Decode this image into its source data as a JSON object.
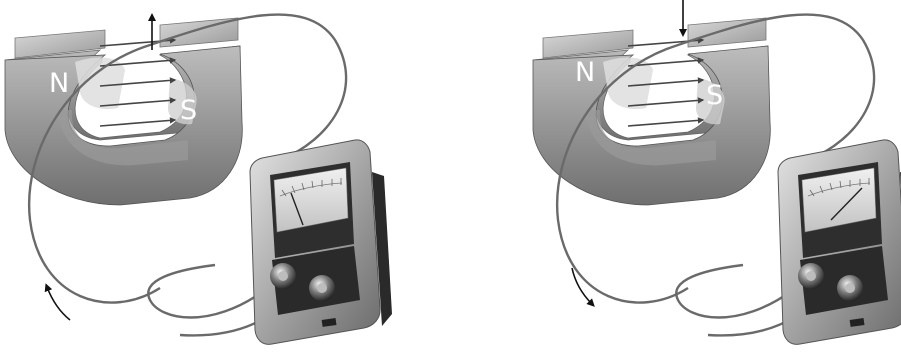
{
  "panels": [
    {
      "id": "left",
      "north_label": "N",
      "south_label": "S",
      "wire_motion": "up",
      "current_direction": "counterclockwise",
      "meter_needle": "left"
    },
    {
      "id": "right",
      "north_label": "N",
      "south_label": "S",
      "wire_motion": "down",
      "current_direction": "clockwise",
      "meter_needle": "right"
    }
  ],
  "colors": {
    "magnet_light": "#c8c8c8",
    "magnet_dark": "#6e6e6e",
    "wire": "#6a6a6a",
    "meter_body": "#a9a9a9",
    "meter_panel": "#2e2e2e",
    "meter_face": "#d8d8d8",
    "arrow": "#111111"
  }
}
